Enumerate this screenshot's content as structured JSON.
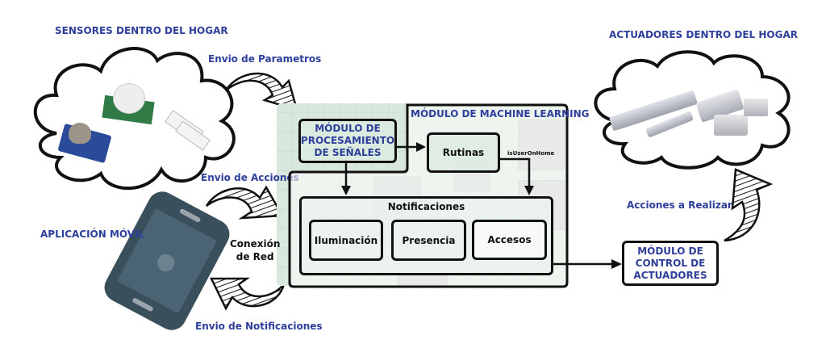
{
  "sensors": {
    "title": "SENSORES DENTRO DEL HOGAR",
    "items": [
      "gas-sensor",
      "pir-motion-sensor",
      "magnetic-door-sensor"
    ]
  },
  "actuators": {
    "title": "ACTUADORES DENTRO DEL HOGAR",
    "items": [
      "linear-actuator",
      "electric-cylinder",
      "rotary-actuator",
      "actuator-controller"
    ]
  },
  "mobile": {
    "title": "APLICACIÓN MÓVIL",
    "network_label": "Conexión de Red",
    "network_line1": "Conexión",
    "network_line2": "de Red"
  },
  "flows": {
    "send_parameters": "Envio de Parametros",
    "send_actions": "Envio de Acciones",
    "send_notifications": "Envio de Notificaciones",
    "actions_to_perform": "Acciones a Realizar",
    "is_user_on_home": "isUserOnHome"
  },
  "modules": {
    "signal_processing": {
      "line1": "MÓDULO DE",
      "line2": "PROCESAMIENTO",
      "line3": "DE SEÑALES"
    },
    "machine_learning": {
      "title": "MÓDULO DE MACHINE LEARNING"
    },
    "routines": {
      "label": "Rutinas"
    },
    "notifications": {
      "title": "Notificaciones",
      "items": [
        "Iluminación",
        "Presencia",
        "Accesos"
      ]
    },
    "actuator_control": {
      "line1": "MÓDULO DE",
      "line2": "CONTROL DE",
      "line3": "ACTUADORES"
    }
  },
  "colors": {
    "label_blue": "#2e3f9b",
    "border": "#111111",
    "board_green": "#d9e8dc",
    "phone_body": "#3a4f5c",
    "phone_screen": "#4b6473"
  }
}
